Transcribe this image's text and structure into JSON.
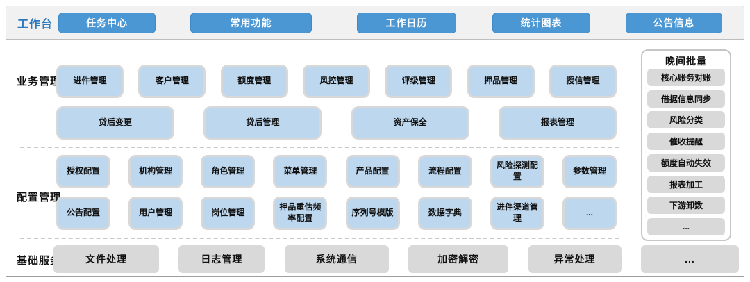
{
  "workbench": {
    "label": "工作台",
    "buttons": [
      "任务中心",
      "常用功能",
      "工作日历",
      "统计图表",
      "公告信息"
    ]
  },
  "business": {
    "label": "业务管理",
    "row1": [
      "进件管理",
      "客户管理",
      "额度管理",
      "风控管理",
      "评级管理",
      "押品管理",
      "授信管理"
    ],
    "row2": [
      "贷后变更",
      "贷后管理",
      "资产保全",
      "报表管理"
    ]
  },
  "config": {
    "label": "配置管理",
    "row1": [
      "授权配置",
      "机构管理",
      "角色管理",
      "菜单管理",
      "产品配置",
      "流程配置",
      "风险探测配置",
      "参数管理"
    ],
    "row2": [
      "公告配置",
      "用户管理",
      "岗位管理",
      "押品重估频率配置",
      "序列号模版",
      "数据字典",
      "进件渠道管理",
      "..."
    ]
  },
  "base_services": {
    "label": "基础服务",
    "items": [
      "文件处理",
      "日志管理",
      "系统通信",
      "加密解密",
      "异常处理",
      "..."
    ]
  },
  "night_batch": {
    "label": "晚间批量",
    "items": [
      "核心账务对账",
      "借据信息同步",
      "风险分类",
      "催收提醒",
      "额度自动失效",
      "报表加工",
      "下游卸数",
      "..."
    ]
  },
  "colors": {
    "accent_blue": "#4b97d3",
    "label_blue": "#2e79bd",
    "module_blue": "#bdd7ee",
    "module_gray": "#d9d9d9"
  }
}
